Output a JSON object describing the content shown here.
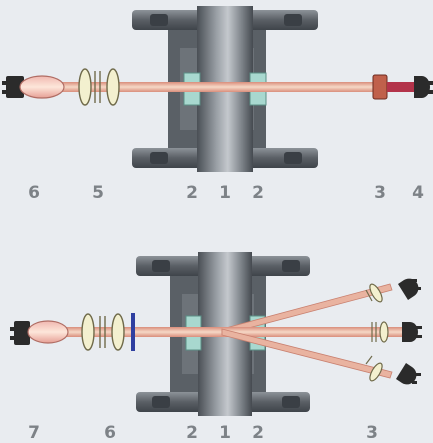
{
  "diagrams": [
    {
      "labels": [
        "6",
        "5",
        "2",
        "1",
        "2",
        "3",
        "4"
      ]
    },
    {
      "labels": [
        "7",
        "6",
        "2",
        "1",
        "2",
        "3"
      ]
    }
  ],
  "colors": {
    "background": "#e9ecf0",
    "steel_dark": "#4a4f55",
    "steel_light": "#c4c8cd",
    "beam": "#e9b3a0",
    "lens": "#f3f0cf",
    "seal": "#a8d8cf",
    "connector": "#2b2b2b",
    "label": "#7d8287"
  }
}
